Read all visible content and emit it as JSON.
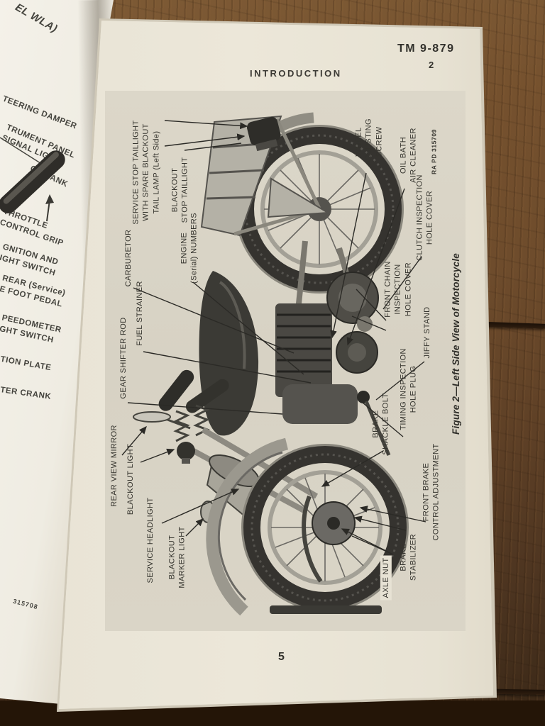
{
  "header": {
    "tm_number": "TM 9-879",
    "tm_page": "2",
    "section_title": "INTRODUCTION"
  },
  "page_number": "5",
  "figure": {
    "caption": "Figure 2—Left Side View of Motorcycle",
    "photo_id": "RA PD 315709",
    "labels": {
      "service_stop_taillight": "SERVICE STOP TAILLIGHT\nWITH SPARE BLACKOUT\nTAIL LAMP (Left Side)",
      "blackout_stop_taillight": "BLACKOUT\nSTOP TAILLIGHT",
      "engine_serial_numbers": "ENGINE\n(Serial) NUMBERS",
      "carburetor": "CARBURETOR",
      "fuel_strainer": "FUEL STRAINER",
      "gear_shifter_rod": "GEAR SHIFTER ROD",
      "rear_view_mirror": "REAR VIEW MIRROR",
      "blackout_light": "BLACKOUT LIGHT",
      "service_headlight": "SERVICE HEADLIGHT",
      "blackout_marker_light": "BLACKOUT\nMARKER LIGHT",
      "wheel_adjusting_screw": "WHEEL\nADJUSTING\nSCREW",
      "oil_bath_air_cleaner": "OIL BATH\nAIR CLEANER",
      "front_chain_inspection": "FRONT CHAIN\nINSPECTION\nHOLE COVER",
      "clutch_inspection": "CLUTCH INSPECTION\nHOLE COVER",
      "jiffy_stand": "JIFFY STAND",
      "timing_inspection": "TIMING INSPECTION\nHOLE PLUG",
      "brake_shackle_bolt": "BRAKE\nSHACKLE BOLT",
      "front_brake_control": "FRONT BRAKE\nCONTROL ADJUSTMENT",
      "brake_stabilizer": "BRAKE\nSTABILIZER",
      "axle_nut": "AXLE NUT"
    }
  },
  "left_page": {
    "fragments": {
      "model_title": "EL WLA)",
      "steering_damper": "TEERING DAMPER",
      "instrument_panel": "TRUMENT PANEL\nSIGNAL LIGHTS",
      "oil_tank": "OIL TANK",
      "throttle_control": "THROTTLE\nCONTROL GRIP",
      "ignition_switch": "GNITION AND\nIGHT SWITCH",
      "rear_foot_pedal": "REAR (Service)\nE FOOT PEDAL",
      "speedometer_switch": "PEEDOMETER\nGHT SWITCH",
      "plate": "TION PLATE",
      "crank": "TER CRANK",
      "print_code": "315708"
    }
  }
}
